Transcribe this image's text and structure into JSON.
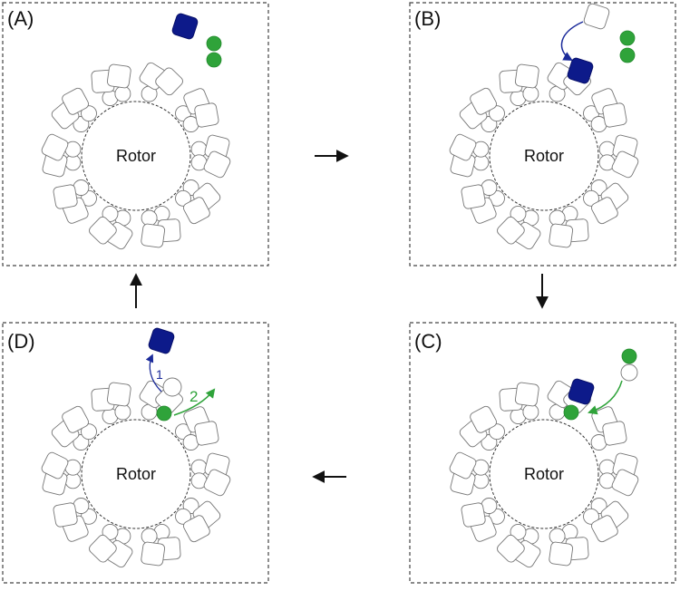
{
  "panels": {
    "a": {
      "label": "(A)",
      "rotor": "Rotor"
    },
    "b": {
      "label": "(B)",
      "rotor": "Rotor"
    },
    "c": {
      "label": "(C)",
      "rotor": "Rotor"
    },
    "d": {
      "label": "(D)",
      "rotor": "Rotor",
      "step_1": "1",
      "step_2": "2"
    }
  },
  "colors": {
    "substrate": "#0d1a8a",
    "ion": "#2fa33a",
    "outline": "#777777"
  }
}
